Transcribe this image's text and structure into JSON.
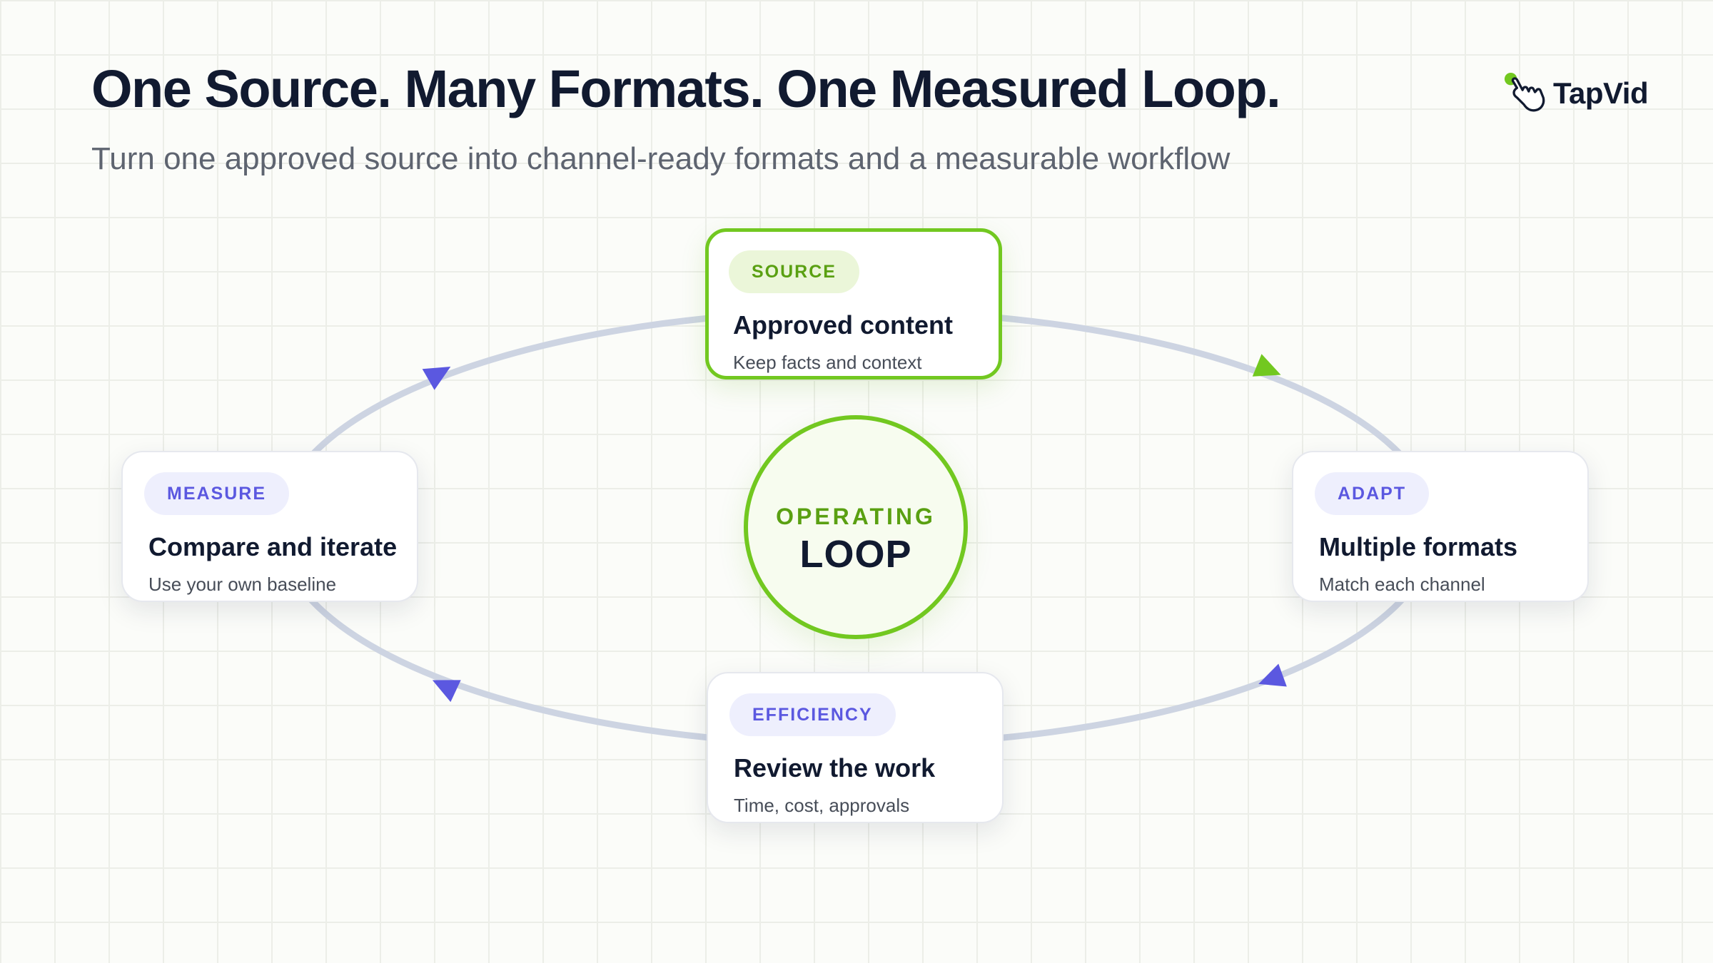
{
  "header": {
    "title": "One Source. Many Formats. One Measured Loop.",
    "subtitle": "Turn one approved source into channel-ready formats and a measurable workflow"
  },
  "brand": {
    "name": "TapVid",
    "icon": "tap-hand-icon",
    "accent_color": "#72c820",
    "secondary_color": "#5b58e0",
    "text_color": "#111a30"
  },
  "center": {
    "label": "OPERATING",
    "title": "LOOP"
  },
  "cards": {
    "source": {
      "tag": "SOURCE",
      "heading": "Approved content",
      "description": "Keep facts and context"
    },
    "adapt": {
      "tag": "ADAPT",
      "heading": "Multiple formats",
      "description": "Match each channel"
    },
    "efficiency": {
      "tag": "EFFICIENCY",
      "heading": "Review the work",
      "description": "Time, cost, approvals"
    },
    "measure": {
      "tag": "MEASURE",
      "heading": "Compare and iterate",
      "description": "Use your own baseline"
    }
  },
  "flow": {
    "order": [
      "source",
      "adapt",
      "efficiency",
      "measure"
    ],
    "arrow_icon": "triangle-arrow-icon",
    "ring_color": "#cdd4e2"
  }
}
